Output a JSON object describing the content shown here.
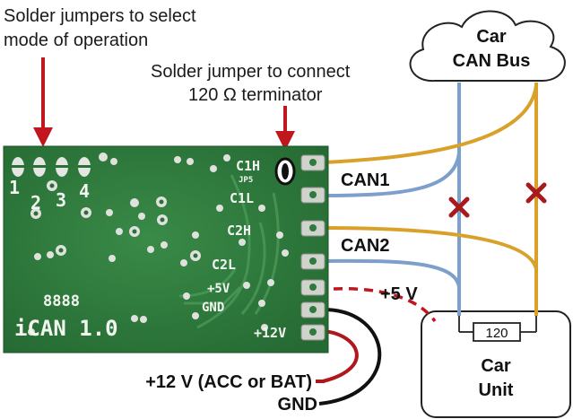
{
  "annotations": {
    "jumpers_mode_line1": "Solder jumpers to select",
    "jumpers_mode_line2": "mode of operation",
    "terminator_line1": "Solder jumper to connect",
    "terminator_line2": "120 Ω terminator"
  },
  "cloud": {
    "line1": "Car",
    "line2": "CAN Bus"
  },
  "bus_labels": {
    "can1": "CAN1",
    "can2": "CAN2",
    "v5": "+5 V"
  },
  "car_unit": {
    "line1": "Car",
    "line2": "Unit",
    "resistor": "120"
  },
  "power_labels": {
    "v12": "+12 V (ACC or BAT)",
    "gnd": "GND"
  },
  "board": {
    "silk_c1h": "C1H",
    "silk_jp5": "JP5",
    "silk_c1l": "C1L",
    "silk_c2h": "C2H",
    "silk_c2l": "C2L",
    "silk_5v": "+5V",
    "silk_gnd": "GND",
    "silk_12v": "+12V",
    "silk_8888": "8888",
    "silk_name": "iCAN 1.0",
    "jumper_1": "1",
    "jumper_2": "2",
    "jumper_3": "3",
    "jumper_4": "4"
  },
  "colors": {
    "board": "#2f7a3e",
    "can_high_wire": "#d9a12a",
    "can_low_wire": "#7d9fcc",
    "arrow": "#c0161e",
    "plus12_wire": "#b0171c",
    "gnd_wire": "#111111"
  }
}
